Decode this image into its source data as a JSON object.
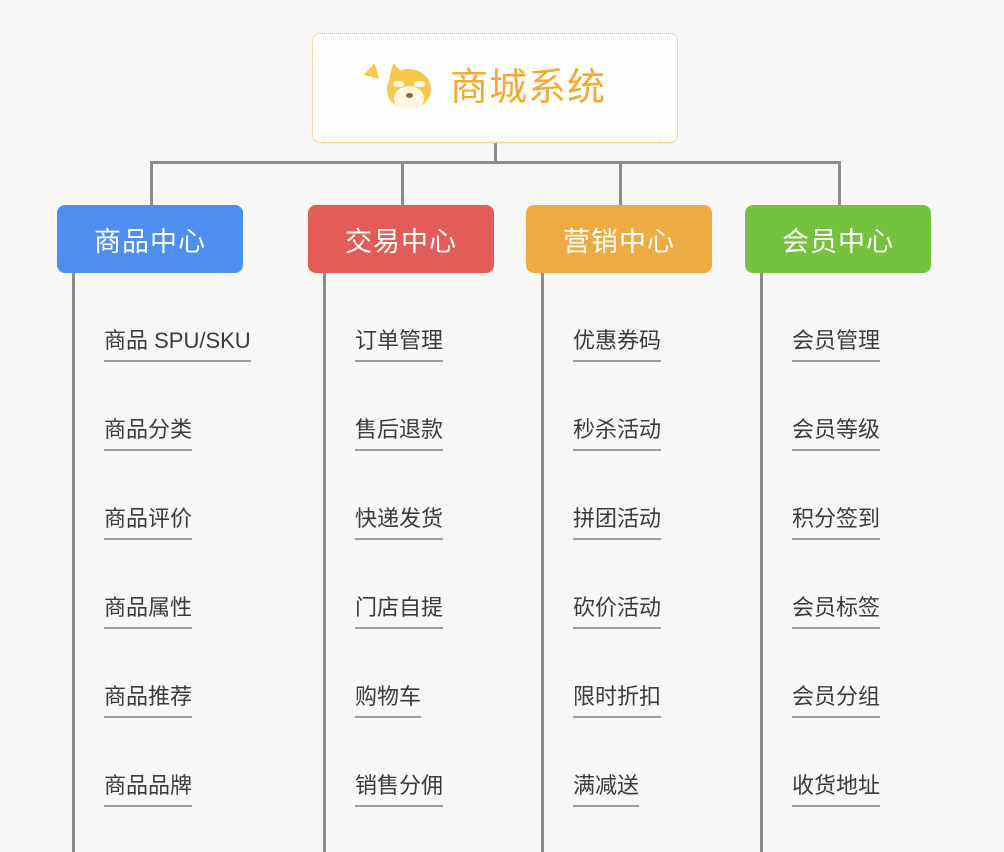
{
  "background_color": "#f7f7f7",
  "root": {
    "icon": "shiba-dog-face-emoji",
    "title": "商城系统",
    "text_color": "#efab33",
    "border_color": "#e8b35a",
    "background_color": "#fdfdfb"
  },
  "connector_color": "#8c8c8c",
  "columns": [
    {
      "header": "商品中心",
      "color": "#4d8ff0",
      "items": [
        "商品 SPU/SKU",
        "商品分类",
        "商品评价",
        "商品属性",
        "商品推荐",
        "商品品牌"
      ]
    },
    {
      "header": "交易中心",
      "color": "#e35c57",
      "items": [
        "订单管理",
        "售后退款",
        "快递发货",
        "门店自提",
        "购物车",
        "销售分佣"
      ]
    },
    {
      "header": "营销中心",
      "color": "#eeab42",
      "items": [
        "优惠券码",
        "秒杀活动",
        "拼团活动",
        "砍价活动",
        "限时折扣",
        "满减送"
      ]
    },
    {
      "header": "会员中心",
      "color": "#74c23e",
      "items": [
        "会员管理",
        "会员等级",
        "积分签到",
        "会员标签",
        "会员分组",
        "收货地址"
      ]
    }
  ]
}
